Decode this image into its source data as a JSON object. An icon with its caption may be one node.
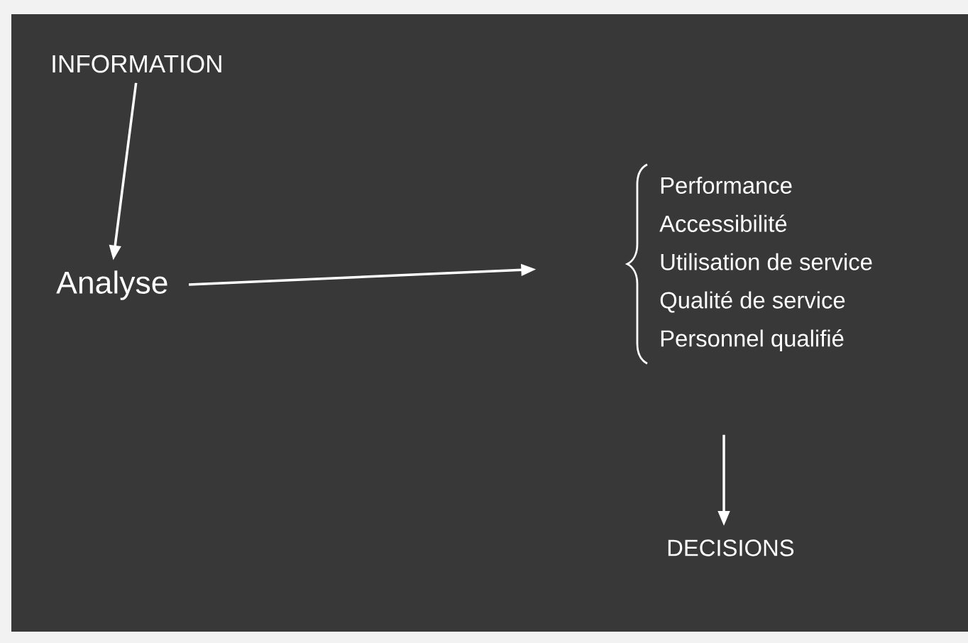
{
  "diagram": {
    "nodes": [
      {
        "text": [
          "INFORMATION"
        ]
      },
      {
        "text": [
          "Analyse"
        ]
      },
      {
        "text": [
          "Performance",
          "Accessibilité",
          "Utilisation de service",
          "Qualité de service",
          "Personnel qualifié"
        ]
      },
      {
        "text": [
          "DECISIONS"
        ]
      }
    ],
    "edges": [
      {
        "from": 0,
        "to": 1,
        "arrow": "to"
      },
      {
        "from": 1,
        "to": 2,
        "arrow": "to"
      },
      {
        "from": 2,
        "to": 3,
        "arrow": "to"
      }
    ]
  }
}
